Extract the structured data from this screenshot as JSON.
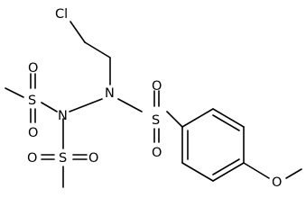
{
  "molecule": {
    "atoms": {
      "cl": "Cl",
      "n1": "N",
      "n2": "N",
      "s_ms1": "S",
      "s_ms2": "S",
      "s_aryl": "S",
      "o_ms1_up": "O",
      "o_ms1_down": "O",
      "o_ms2_left": "O",
      "o_ms2_right": "O",
      "o_aryl_up": "O",
      "o_aryl_down": "O",
      "o_methoxy": "O"
    }
  }
}
